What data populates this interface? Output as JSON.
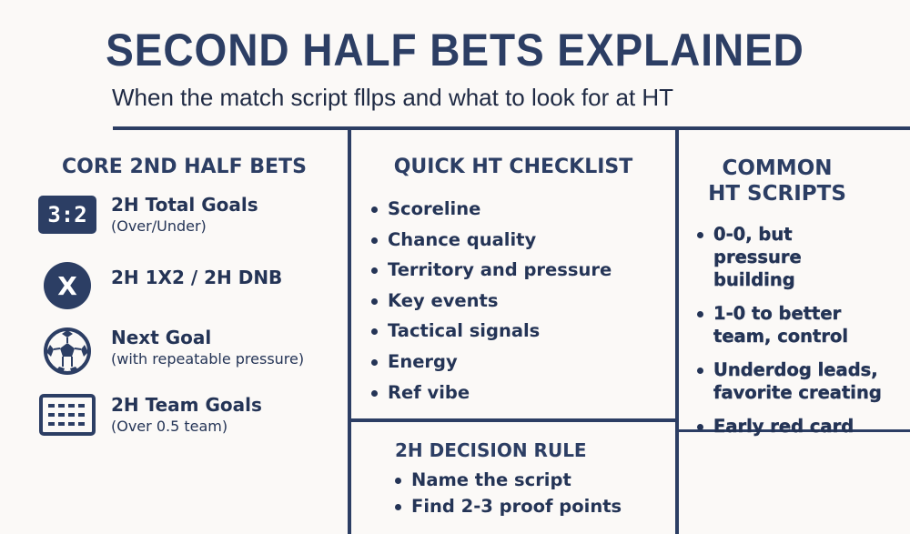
{
  "header": {
    "title": "SECOND HALF BETS EXPLAINED",
    "subtitle": "When the match script fllps and what to look for at HT"
  },
  "core_bets": {
    "heading": "CORE 2ND HALF BETS",
    "items": [
      {
        "icon": "scoreboard-icon",
        "icon_text": "3:2",
        "title": "2H Total Goals",
        "subtitle": "(Over/Under)"
      },
      {
        "icon": "x-circle-icon",
        "icon_text": "X",
        "title": "2H 1X2 / 2H DNB",
        "subtitle": ""
      },
      {
        "icon": "soccer-ball-icon",
        "title": "Next Goal",
        "subtitle": "(with repeatable pressure)"
      },
      {
        "icon": "grid-table-icon",
        "title": "2H Team Goals",
        "subtitle": "(Over 0.5 team)"
      }
    ]
  },
  "checklist": {
    "heading": "QUICK HT CHECKLIST",
    "items": [
      "Scoreline",
      "Chance quality",
      "Territory and pressure",
      "Key events",
      "Tactical signals",
      "Energy",
      "Ref vibe"
    ]
  },
  "decision_rule": {
    "heading": "2H DECISION RULE",
    "items": [
      "Name the script",
      "Find 2-3 proof points"
    ]
  },
  "scripts": {
    "heading_line1": "COMMON",
    "heading_line2": "HT SCRIPTS",
    "items": [
      "0-0, but pressure building",
      "1-0 to better team, control",
      "Underdog leads, favorite creating",
      "Early red card"
    ]
  },
  "colors": {
    "navy": "#2c3e64",
    "text": "#243456",
    "background": "#fbf9f7"
  }
}
